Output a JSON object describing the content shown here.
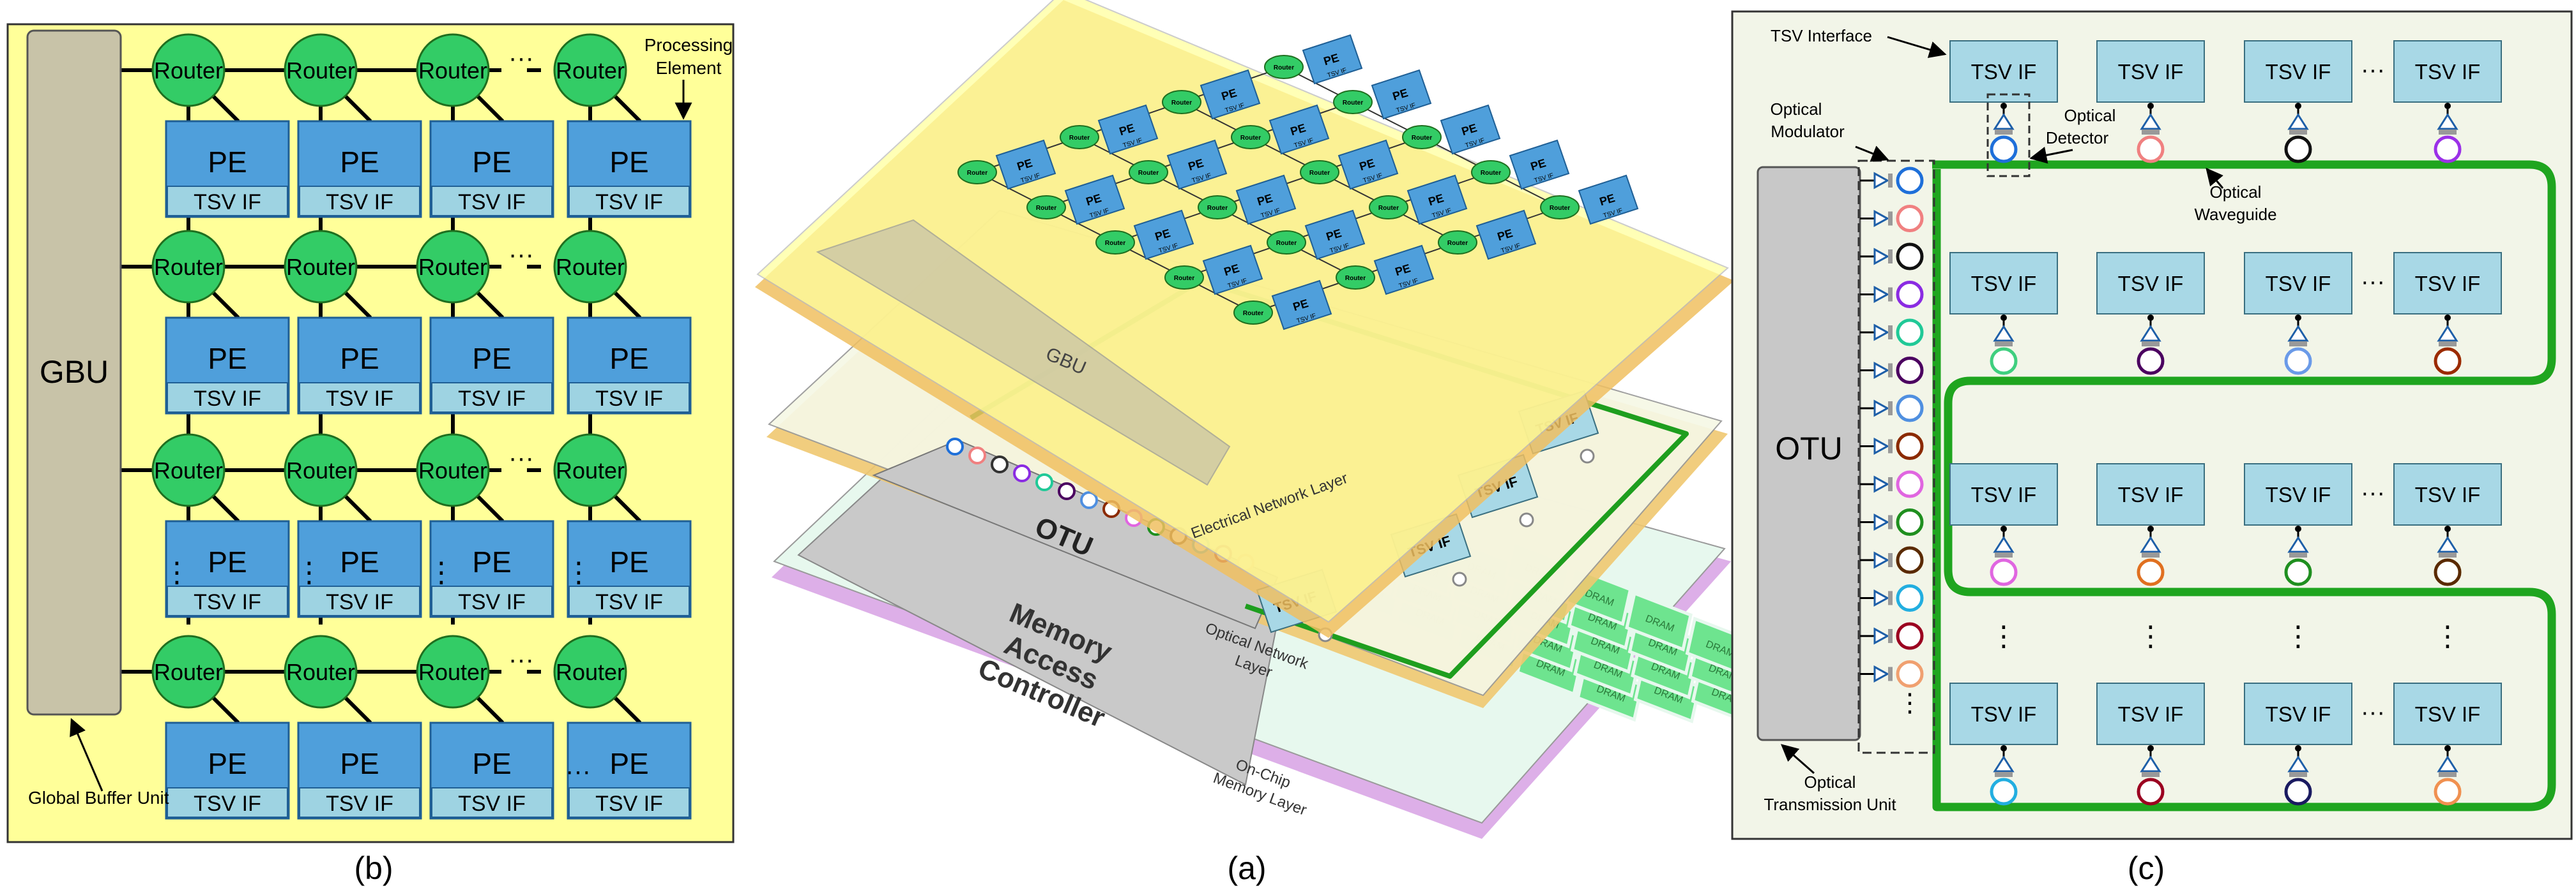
{
  "panel_b": {
    "caption": "(b)",
    "gbu_label": "GBU",
    "router_label": "Router",
    "pe_label": "PE",
    "tsv_label": "TSV IF",
    "ellipsis": "···",
    "vdots": "⋮",
    "callout_pe_line1": "Processing",
    "callout_pe_line2": "Element",
    "callout_gbu": "Global Buffer Unit",
    "colors": {
      "background": "#FFFF99",
      "router": "#33CC66",
      "pe": "#4F9FDB",
      "tsv": "#9ED3E2",
      "gbu": "#C8C3A8"
    }
  },
  "panel_a": {
    "caption": "(a)",
    "gbu_label": "GBU",
    "router_label": "Router",
    "pe_label": "PE",
    "pe_tsv_label": "TSV IF",
    "electrical_layer_label": "Electrical Network Layer",
    "otu_label": "OTU",
    "tsv_if_label": "TSV IF",
    "optical_layer_line1": "Optical Network",
    "optical_layer_line2": "Layer",
    "mac_line1": "Memory",
    "mac_line2": "Access",
    "mac_line3": "Controller",
    "dram_label": "DRAM",
    "memory_layer_line1": "On-Chip",
    "memory_layer_line2": "Memory Layer",
    "colors": {
      "electrical": "#FFFF99",
      "optical": "#F4F7E0",
      "memory": "#C9F2D8",
      "dram": "#6EE48F",
      "waveguide": "#1E9E1E"
    }
  },
  "panel_c": {
    "caption": "(c)",
    "otu_label": "OTU",
    "tsv_label": "TSV IF",
    "ellipsis": "···",
    "vdots": "⋮",
    "callout_tsv": "TSV Interface",
    "callout_modulator_line1": "Optical",
    "callout_modulator_line2": "Modulator",
    "callout_detector_line1": "Optical",
    "callout_detector_line2": "Detector",
    "callout_waveguide_line1": "Optical",
    "callout_waveguide_line2": "Waveguide",
    "callout_otu_line1": "Optical",
    "callout_otu_line2": "Transmission Unit",
    "colors": {
      "background": "#F2F5E8",
      "tsv": "#A8D8E6",
      "otu": "#C8C8C8",
      "waveguide": "#1FA51F"
    }
  }
}
